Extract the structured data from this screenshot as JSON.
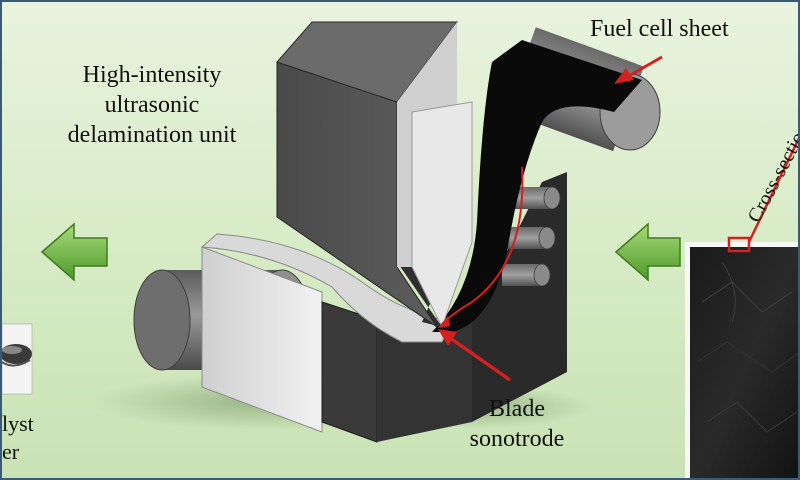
{
  "labels": {
    "unit": [
      "High-intensity",
      "ultrasonic",
      "delamination unit"
    ],
    "fuel_cell_sheet": "Fuel cell sheet",
    "blade": [
      "Blade",
      "sonotrode"
    ],
    "cross_section": "Cross-sectio",
    "left_partial": [
      "lyst",
      "er"
    ]
  },
  "colors": {
    "arrow_green": "#6cb33f",
    "pointer_red": "#d32020",
    "sheet_black": "#0a0a0a"
  }
}
